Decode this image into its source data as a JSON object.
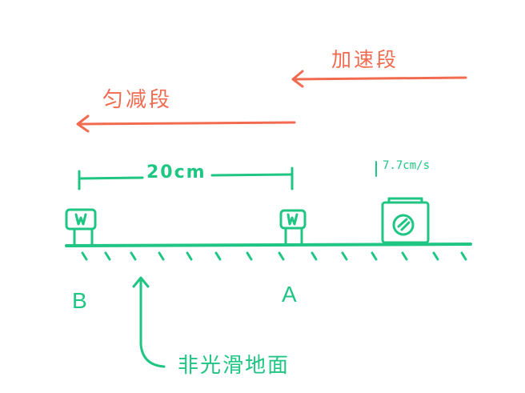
{
  "labels": {
    "accel_segment": "加速段",
    "decel_segment": "匀减段",
    "distance": "20cm",
    "speed_reading": "7.7cm/s",
    "point_b": "B",
    "point_a": "A",
    "surface": "非光滑地面"
  },
  "colors": {
    "motion_arrows": "#f26b50",
    "apparatus": "#1ec583",
    "background": "#ffffff"
  },
  "icons": {
    "sensor_b": "photogate-sensor-icon",
    "sensor_a": "photogate-sensor-icon",
    "cart": "cart-with-wheel-icon"
  }
}
